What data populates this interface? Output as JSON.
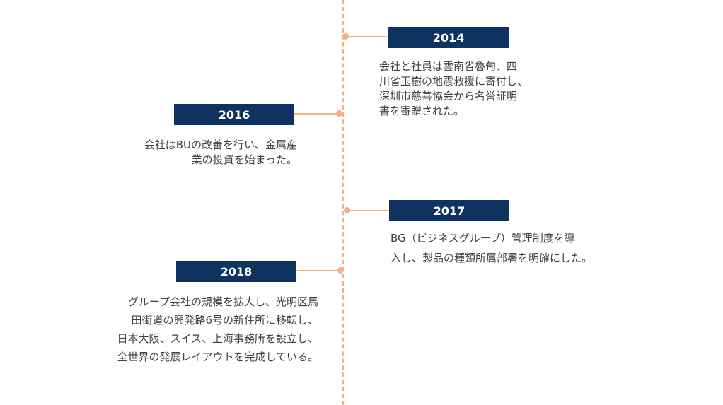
{
  "colors": {
    "header_bg": "#0f3361",
    "accent": "#f4b183",
    "text": "#404040"
  },
  "timeline": [
    {
      "year": "2014",
      "lines": [
        "会社と社員は雲南省魯甸、四",
        "川省玉樹の地震救援に寄付し、",
        "深圳市慈善協会から名誉証明",
        "書を寄贈された。"
      ]
    },
    {
      "year": "2016",
      "lines": [
        "会社はBUの改善を行い、金属産",
        "業の投資を始まった。"
      ]
    },
    {
      "year": "2017",
      "lines": [
        "BG（ビジネスグループ）管理制度を導",
        "入し、製品の種類所属部署を明確にした。"
      ]
    },
    {
      "year": "2018",
      "lines": [
        "グループ会社の規模を拡大し、光明区馬",
        "田街道の興発路6号の新住所に移転し、",
        "日本大阪、スイス、上海事務所を設立し、",
        "全世界の発展レイアウトを完成している。"
      ]
    }
  ]
}
